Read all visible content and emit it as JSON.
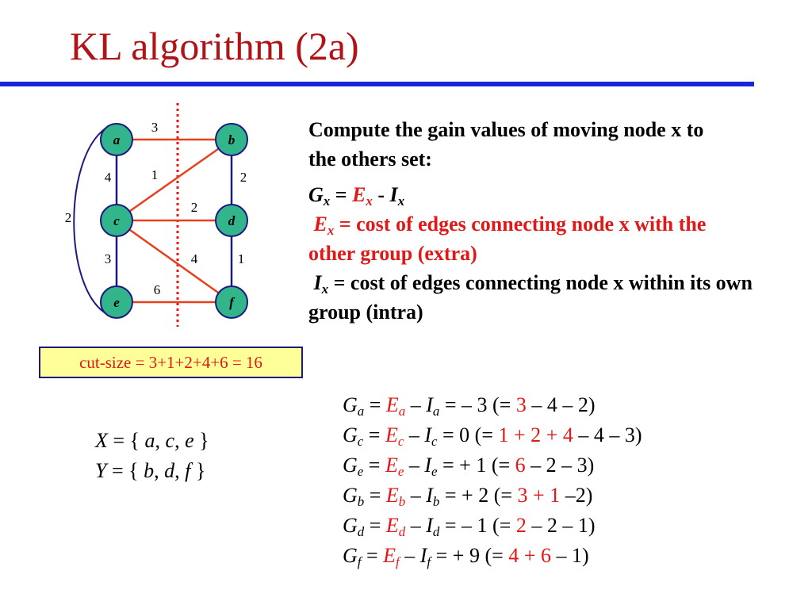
{
  "title": "KL algorithm (2a)",
  "colors": {
    "title": "#b01418",
    "rule": "#1a24e0",
    "node_fill": "#33b58c",
    "edge": "#e8401c",
    "cut_line": "#e01818",
    "emphasis": "#e01818"
  },
  "graph": {
    "nodes": [
      {
        "id": "a",
        "label": "a"
      },
      {
        "id": "b",
        "label": "b"
      },
      {
        "id": "c",
        "label": "c"
      },
      {
        "id": "d",
        "label": "d"
      },
      {
        "id": "e",
        "label": "e"
      },
      {
        "id": "f",
        "label": "f"
      }
    ],
    "edges": [
      {
        "from": "a",
        "to": "b",
        "weight": "3",
        "cut": true
      },
      {
        "from": "a",
        "to": "c",
        "weight": "4",
        "cut": false
      },
      {
        "from": "c",
        "to": "b",
        "weight": "1",
        "cut": true
      },
      {
        "from": "b",
        "to": "d",
        "weight": "2",
        "cut": false
      },
      {
        "from": "a",
        "to": "e",
        "weight": "2",
        "cut": false
      },
      {
        "from": "c",
        "to": "d",
        "weight": "2",
        "cut": true
      },
      {
        "from": "c",
        "to": "e",
        "weight": "3",
        "cut": false
      },
      {
        "from": "c",
        "to": "f",
        "weight": "4",
        "cut": true
      },
      {
        "from": "d",
        "to": "f",
        "weight": "1",
        "cut": false
      },
      {
        "from": "e",
        "to": "f",
        "weight": "6",
        "cut": true
      }
    ]
  },
  "cut_size": "cut-size = 3+1+2+4+6 = 16",
  "description": {
    "intro": "Compute the gain values of moving node x to the others set:",
    "formula": {
      "G": "G",
      "x": "x",
      "eq": " = ",
      "E": "E",
      "minus": " - ",
      "I": "I"
    },
    "ex_text": "cost of edges connecting node x with the other group (extra)",
    "ix_text": "cost of edges connecting node x within its own group (intra)"
  },
  "sets": {
    "X": {
      "name": "X",
      "open": " = { ",
      "members": [
        "a",
        "c",
        "e"
      ],
      "close": " }"
    },
    "Y": {
      "name": "Y",
      "open": " = { ",
      "members": [
        "b",
        "d",
        "f"
      ],
      "close": " }"
    }
  },
  "gains": [
    {
      "node": "a",
      "mid": " = – 3  (= ",
      "red": "3",
      "tail": " – 4 – 2)"
    },
    {
      "node": "c",
      "mid": " =    0  (= ",
      "red": "1 + 2 + 4",
      "tail": " – 4 – 3)"
    },
    {
      "node": "e",
      "mid": " = + 1  (= ",
      "red": "6",
      "tail": " – 2 – 3)"
    },
    {
      "node": "b",
      "mid": " = + 2  (= ",
      "red": "3 + 1",
      "tail": " –2)"
    },
    {
      "node": "d",
      "mid": " = – 1  (= ",
      "red": "2",
      "tail": " – 2 – 1)"
    },
    {
      "node": "f",
      "mid": " = + 9  (= ",
      "red": "4 + 6",
      "tail": " – 1)"
    }
  ]
}
